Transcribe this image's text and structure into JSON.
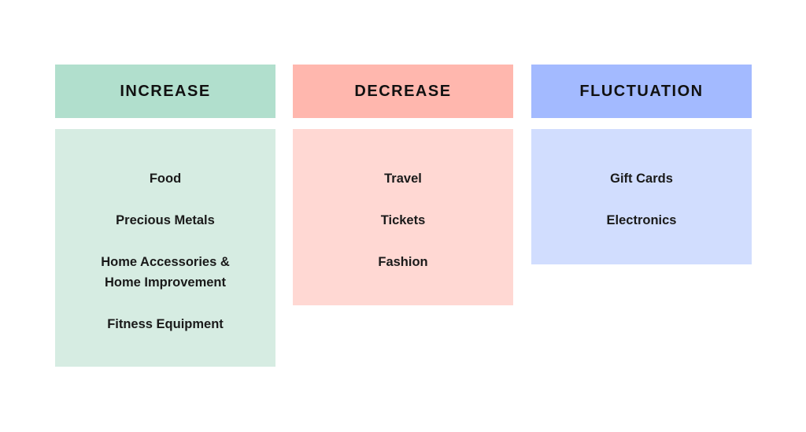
{
  "columns": {
    "increase": {
      "title": "INCREASE",
      "color_header": "#b1dfcd",
      "color_body": "#d6ece2",
      "items": [
        "Food",
        "Precious Metals",
        "Home Accessories & Home Improvement",
        "Fitness Equipment"
      ]
    },
    "decrease": {
      "title": "DECREASE",
      "color_header": "#ffb7ae",
      "color_body": "#ffd8d3",
      "items": [
        "Travel",
        "Tickets",
        "Fashion"
      ]
    },
    "fluctuation": {
      "title": "FLUCTUATION",
      "color_header": "#a3baff",
      "color_body": "#d1ddfe",
      "items": [
        "Gift Cards",
        "Electronics"
      ]
    }
  }
}
